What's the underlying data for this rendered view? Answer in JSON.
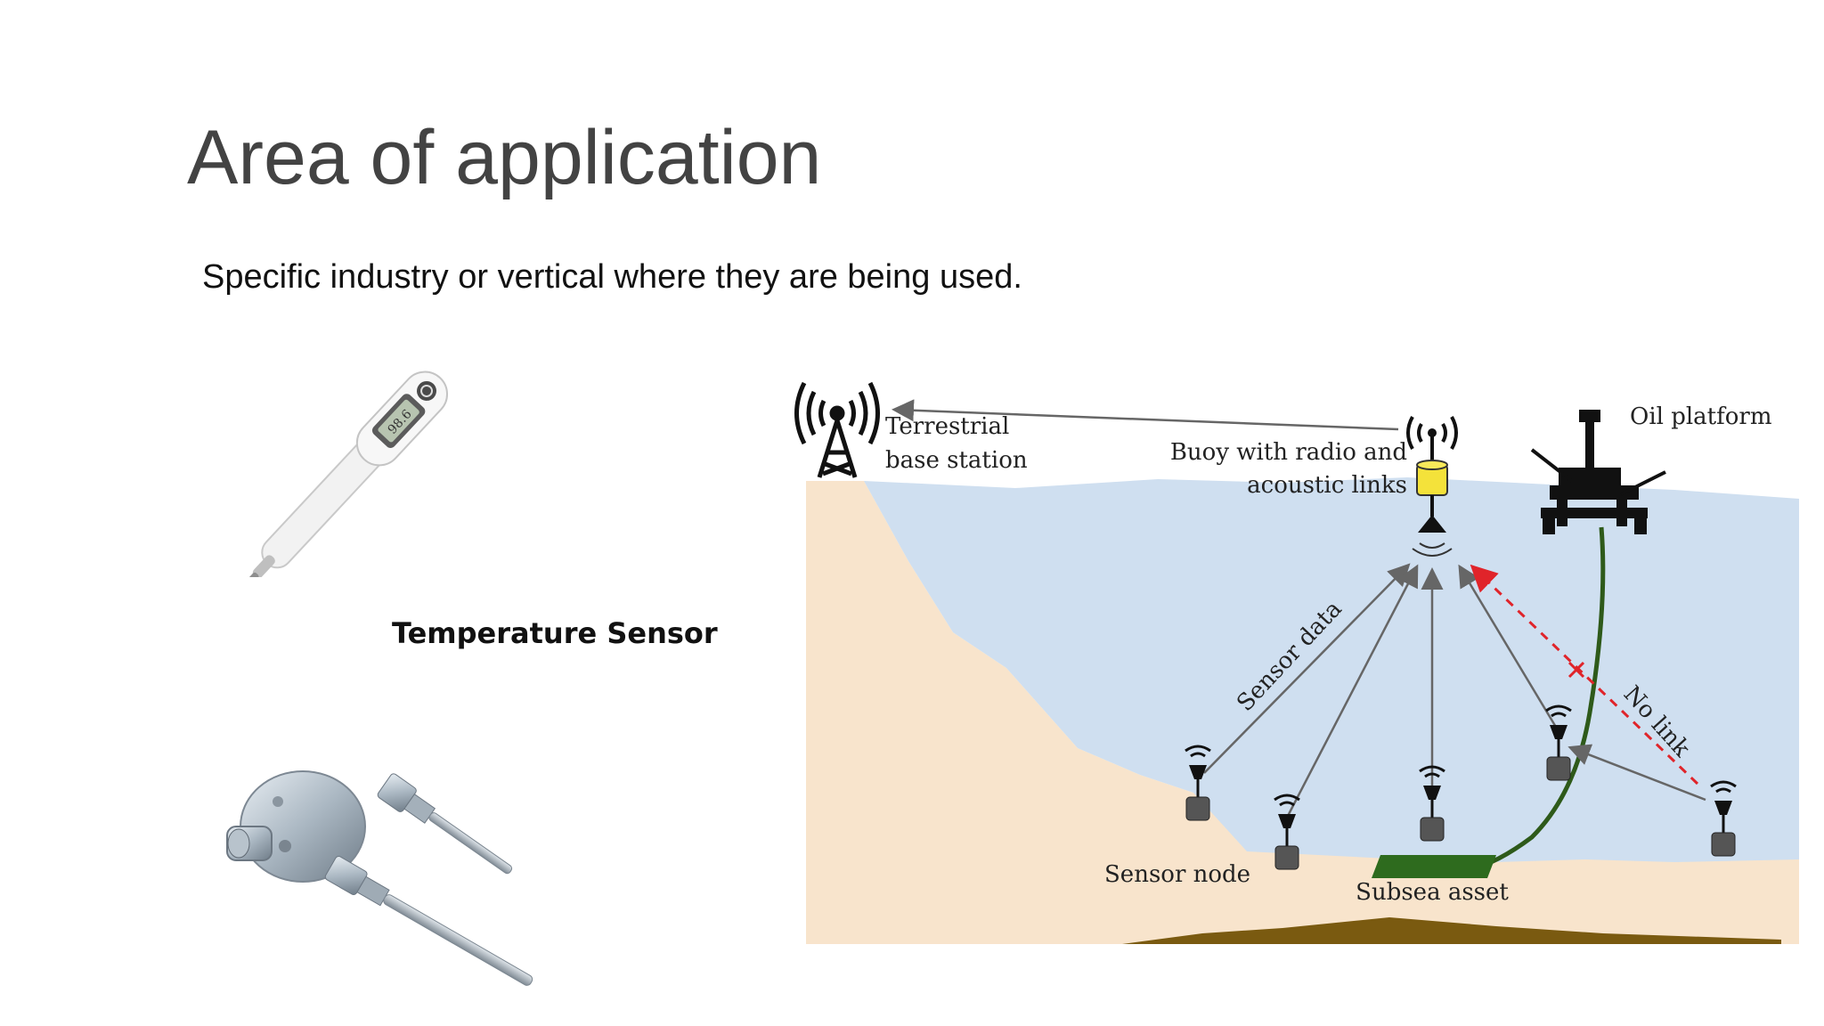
{
  "slide": {
    "title": "Area of application",
    "subtitle": "Specific industry or vertical where they are being used.",
    "caption": "Temperature Sensor"
  },
  "thermometer": {
    "display_value": "98.6",
    "icon": "digital-thermometer"
  },
  "probes": {
    "icon": "industrial-temperature-probe"
  },
  "diagram": {
    "labels": {
      "terrestrial": [
        "Terrestrial",
        "base station"
      ],
      "buoy": [
        "Buoy with radio and",
        "acoustic links"
      ],
      "oil_platform": "Oil platform",
      "sensor_data": "Sensor data",
      "no_link": "No link",
      "sensor_node": "Sensor node",
      "subsea_asset": "Subsea asset"
    },
    "colors": {
      "sea": "#cfdff0",
      "seabed": "#f8e4cc",
      "sediment": "#7a5a10",
      "asset": "#2e6b1e",
      "buoy": "#f4e23a",
      "no_link": "#e0242a",
      "cable": "#2e5a1a"
    }
  }
}
